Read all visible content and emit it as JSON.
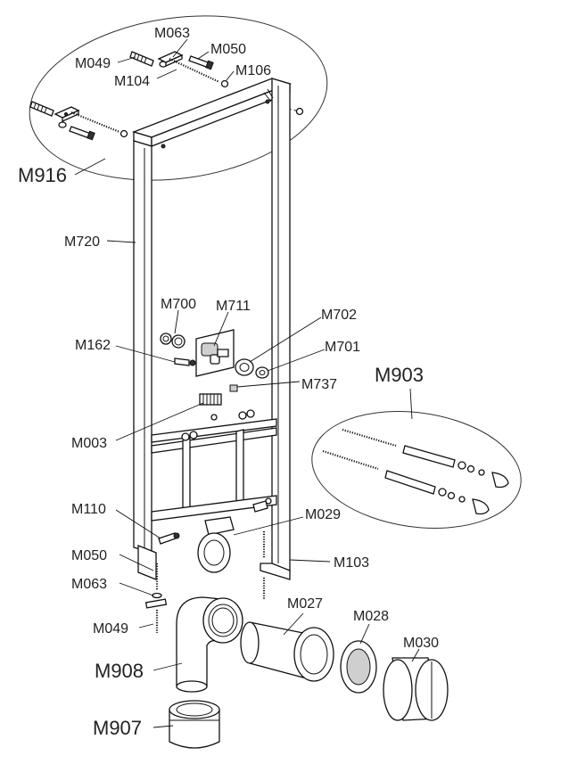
{
  "labels": {
    "m063_top": "M063",
    "m050_top": "M050",
    "m049_top": "M049",
    "m104": "M104",
    "m106": "M106",
    "m916": "M916",
    "m720": "M720",
    "m700": "M700",
    "m711": "M711",
    "m702": "M702",
    "m162": "M162",
    "m701": "M701",
    "m737": "M737",
    "m903": "M903",
    "m003": "M003",
    "m110": "M110",
    "m029": "M029",
    "m050_bottom": "M050",
    "m103": "M103",
    "m063_bottom": "M063",
    "m027": "M027",
    "m028": "M028",
    "m049_bottom": "M049",
    "m030": "M030",
    "m908": "M908",
    "m907": "M907"
  }
}
